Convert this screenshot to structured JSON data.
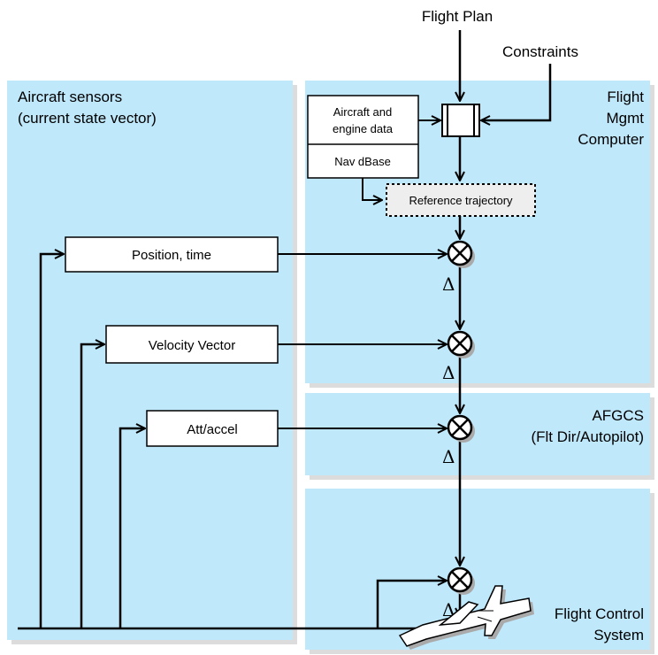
{
  "labels": {
    "flight_plan": "Flight Plan",
    "constraints": "Constraints",
    "sensors_line1": "Aircraft sensors",
    "sensors_line2": "(current state vector)",
    "fmc_line1": "Flight",
    "fmc_line2": "Mgmt",
    "fmc_line3": "Computer",
    "afgcs_line1": "AFGCS",
    "afgcs_line2": "(Flt Dir/Autopilot)",
    "fcs_line1": "Flight Control",
    "fcs_line2": "System"
  },
  "boxes": {
    "aircraft_data_line1": "Aircraft and",
    "aircraft_data_line2": "engine data",
    "nav_dbase": "Nav dBase",
    "reference_trajectory": "Reference trajectory",
    "position_time": "Position, time",
    "velocity_vector": "Velocity Vector",
    "att_accel": "Att/accel"
  },
  "deltas": [
    "Δ",
    "Δ",
    "Δ",
    "Δ"
  ],
  "colors": {
    "panel": "#bfe8fb",
    "panel_shadow": "#dcdcdc",
    "line": "#000000",
    "ref_box": "#eeeeee"
  }
}
